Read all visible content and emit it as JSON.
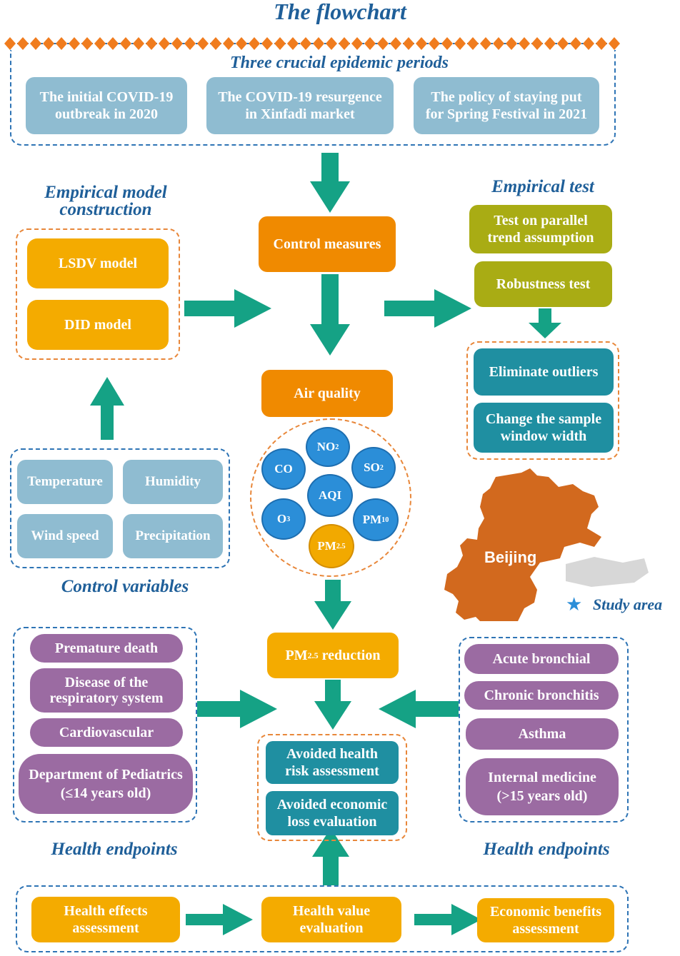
{
  "title": "The flowchart",
  "periods": {
    "heading": "Three crucial epidemic periods",
    "items": [
      [
        "The initial COVID-19",
        "outbreak in 2020"
      ],
      [
        "The COVID-19 resurgence",
        "in Xinfadi market"
      ],
      [
        "The policy of  staying put",
        "for Spring Festival in 2021"
      ]
    ]
  },
  "model": {
    "heading_line1": "Empirical model",
    "heading_line2": "construction",
    "items": [
      "LSDV model",
      "DID model"
    ]
  },
  "center": {
    "control": "Control measures",
    "air": "Air quality",
    "pollutants": {
      "no2": "NO",
      "no2_sub": "2",
      "co": "CO",
      "so2": "SO",
      "so2_sub": "2",
      "aqi": "AQI",
      "o3": "O",
      "o3_sub": "3",
      "pm10": "PM",
      "pm10_sub": "10",
      "pm25": "PM",
      "pm25_sub": "2.5"
    },
    "reduction_prefix": "PM",
    "reduction_sub": "2.5",
    "reduction_suffix": " reduction",
    "assessment": [
      [
        "Avoided health",
        "risk assessment"
      ],
      [
        "Avoided economic",
        "loss evaluation"
      ]
    ]
  },
  "test": {
    "heading": "Empirical test",
    "items": [
      [
        "Test on parallel",
        "trend assumption"
      ],
      [
        "Robustness test"
      ]
    ],
    "sub_items": [
      [
        "Eliminate outliers"
      ],
      [
        "Change the sample",
        "window width"
      ]
    ]
  },
  "controls": {
    "heading": "Control variables",
    "items": [
      "Temperature",
      "Humidity",
      "Wind speed",
      "Precipitation"
    ]
  },
  "map": {
    "label": "Beijing",
    "study_area": "Study area"
  },
  "health_left": {
    "heading": "Health endpoints",
    "items": [
      [
        "Premature death"
      ],
      [
        "Disease of the",
        "respiratory system"
      ],
      [
        "Cardiovascular"
      ],
      [
        "Department of Pediatrics",
        "(≤14 years old)"
      ]
    ]
  },
  "health_right": {
    "heading": "Health endpoints",
    "items": [
      [
        "Acute bronchial"
      ],
      [
        "Chronic bronchitis"
      ],
      [
        "Asthma"
      ],
      [
        "Internal medicine",
        "(>15 years old)"
      ]
    ]
  },
  "bottom": {
    "items": [
      [
        "Health effects",
        "assessment"
      ],
      [
        "Health value",
        "evaluation"
      ],
      [
        "Economic benefits",
        "assessment"
      ]
    ]
  },
  "colors": {
    "arrow": "#15a285",
    "heading": "#1f5f99",
    "orange": "#f08a00",
    "amber": "#f4ab00",
    "purple": "#9b6ba2",
    "teal": "#1f8fa1",
    "olive": "#a9ac14",
    "light_blue": "#8fbcd1",
    "map": "#d2691e"
  }
}
